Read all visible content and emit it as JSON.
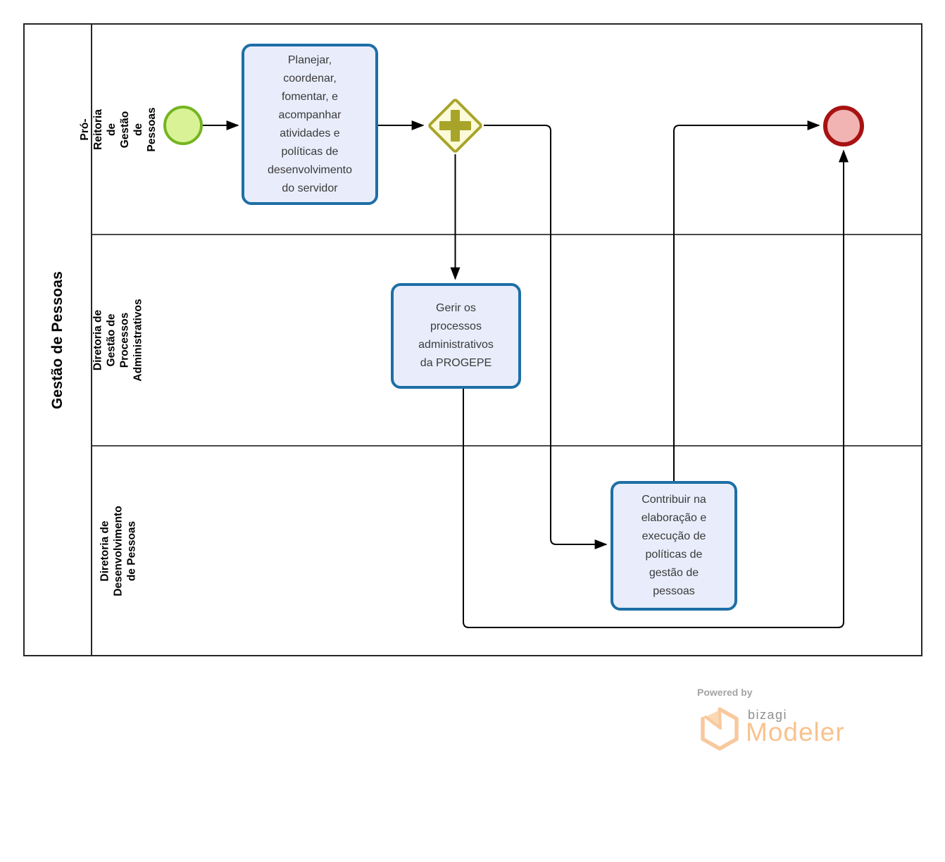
{
  "diagram": {
    "pool": {
      "label": "Gestão de Pessoas"
    },
    "lanes": [
      {
        "label": "Pró-Reitoria de Gestão de\nPessoas"
      },
      {
        "label": "Diretoria de Gestão de\nProcessos Administrativos"
      },
      {
        "label": "Diretoria de Desenvolvimento\nde Pessoas"
      }
    ],
    "nodes": {
      "start_event": {
        "type": "start-event",
        "lane": "Pró-Reitoria de Gestão de Pessoas"
      },
      "task_planejar": {
        "label": "Planejar,\ncoordenar,\nfomentar, e\nacompanhar\natividades e\npolíticas de\ndesenvolvimento\ndo servidor"
      },
      "gateway_parallel": {
        "type": "parallel-gateway"
      },
      "task_gerir": {
        "label": "Gerir os\nprocessos\nadministrativos\nda PROGEPE"
      },
      "task_contribuir": {
        "label": "Contribuir na\nelaboração e\nexecução de\npolíticas de\ngestão de\npessoas"
      },
      "end_event": {
        "type": "end-event"
      }
    },
    "colors": {
      "task_border": "#1d6fa6",
      "task_fill": "#e9edfb",
      "start_border": "#74b421",
      "start_fill": "#d8f295",
      "gateway_border": "#a8a42a",
      "gateway_fill": "#fbfbd9",
      "end_border": "#a81212",
      "end_fill": "#f2b3b3",
      "flow": "#000000"
    }
  },
  "branding": {
    "powered_by": "Powered by",
    "brand": "bizagi",
    "product": "Modeler",
    "accent": "#f9c28d"
  }
}
